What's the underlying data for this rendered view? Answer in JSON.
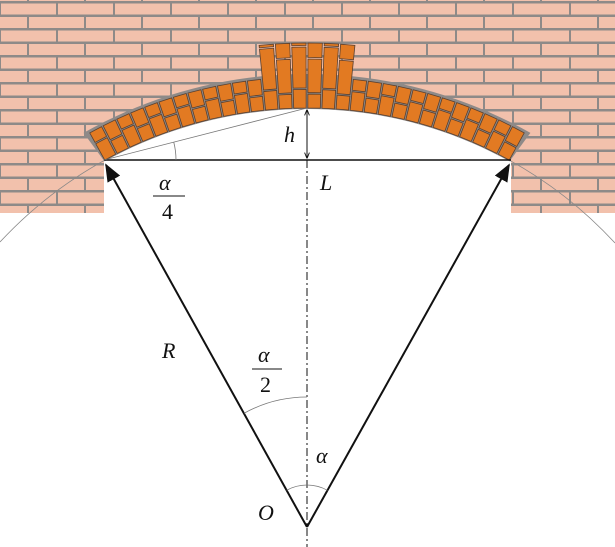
{
  "labels": {
    "rise": "h",
    "span": "L",
    "quarter_angle_num": "α",
    "quarter_angle_den": "4",
    "radius": "R",
    "half_angle_num": "α",
    "half_angle_den": "2",
    "central_angle": "α",
    "center": "O"
  },
  "colors": {
    "wall_brick": "#f2c1ac",
    "mortar": "#8e8a88",
    "arch_brick": "#e27a22",
    "arch_outline": "#5a4030",
    "lines": "#111111",
    "construction": "#777777"
  }
}
